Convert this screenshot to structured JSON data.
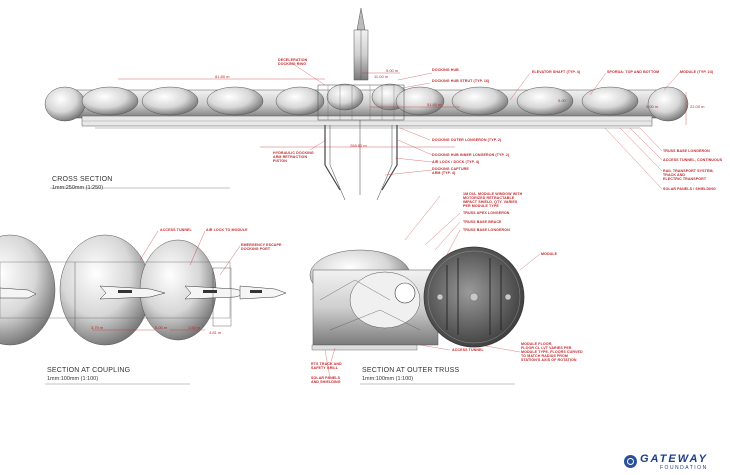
{
  "labels": {
    "deceleration_docking_ring": "DECELERATION\nDOCKING RING",
    "docking_hub": "DOCKING HUB",
    "docking_hub_strut": "DOCKING HUB STRUT (TYP. 16)",
    "elevator_shaft": "ELEVATOR SHAFT (TYP. 4)",
    "sporda": "SPORDA: TOP AND BOTTOM",
    "module": "MODULE (TYP. 24)",
    "docking_outer_longeron": "DOCKING OUTER LONGERON (TYP. 2)",
    "hydraulic_docking_arm": "HYDRAULIC DOCKING\nARM RETRACTION\nPISTON",
    "docking_hub_inner_longeron": "DOCKING HUB INNER LONGERON (TYP. 2)",
    "air_lock_dock": "AIR LOCK / DOCK (TYP. 4)",
    "docking_capture_arm": "DOCKING CAPTURE\nARM (TYP. 4)",
    "truss_base_longeron_right": "TRUSS BASE LONGERON",
    "access_tunnel_continuous": "ACCESS TUNNEL, CONTINUOUS",
    "rail_transport": "RAIL TRANSPORT SYSTEM,\nTRACK AND\nELECTRIC TRANSPORT",
    "solar_panels_shielding": "SOLAR PANELS / SHIELDING",
    "in_dia_module_window": "1M DIA. MODULE WINDOW WITH\nMOTORIZED RETRACTABLE\nIMPACT SHIELD, QTY. VARIES\nPER MODULE TYPE",
    "truss_apex_longeron": "TRUSS APEX LONGERON",
    "truss_base_brace": "TRUSS BASE BRACE",
    "truss_base_longeron": "TRUSS BASE LONGERON",
    "module_right": "MODULE",
    "access_tunnel_left": "ACCESS TUNNEL",
    "air_lock_to_module": "AIR LOCK TO MODULE",
    "emergency_escape": "EMERGENCY ESCAPE\nDOCKING PORT",
    "module_floor": "MODULE FLOOR,\nFLOOR CL LVT VARIES PER\nMODULE TYPE. FLOORS CURVED\nTO MATCH RADIUS FROM\nSTATION'S AXIS OF ROTATION",
    "access_tunnel_bottom": "ACCESS TUNNEL",
    "rts_track": "RTS TRACK AND\nSAFETY GRILL",
    "solar_panels_and_shielding": "SOLAR PANELS\nAND SHIELDING"
  },
  "dimensions": {
    "d1": "81.80 m",
    "d2": "5.00 m",
    "d3": "11.00 m",
    "d4": "51.80 m",
    "d5": "5.00'",
    "d6": "5.00 m",
    "d7": "22.00 m",
    "d8": "268.80 m",
    "c1": "3.79 m",
    "c2": "5.00 m",
    "c3": "1.50 m",
    "c4": "4.81 m"
  },
  "sections": {
    "cross": {
      "title": "CROSS SECTION",
      "scale": "1mm:250mm (1:250)"
    },
    "coupling": {
      "title": "SECTION AT COUPLING",
      "scale": "1mm:100mm (1:100)"
    },
    "outer": {
      "title": "SECTION AT OUTER TRUSS",
      "scale": "1mm:100mm (1:100)"
    }
  },
  "logo": {
    "name": "GATEWAY",
    "sub": "FOUNDATION"
  },
  "colors": {
    "annotation": "#c3272b",
    "logo": "#1f3f86",
    "ink": "#333333"
  }
}
